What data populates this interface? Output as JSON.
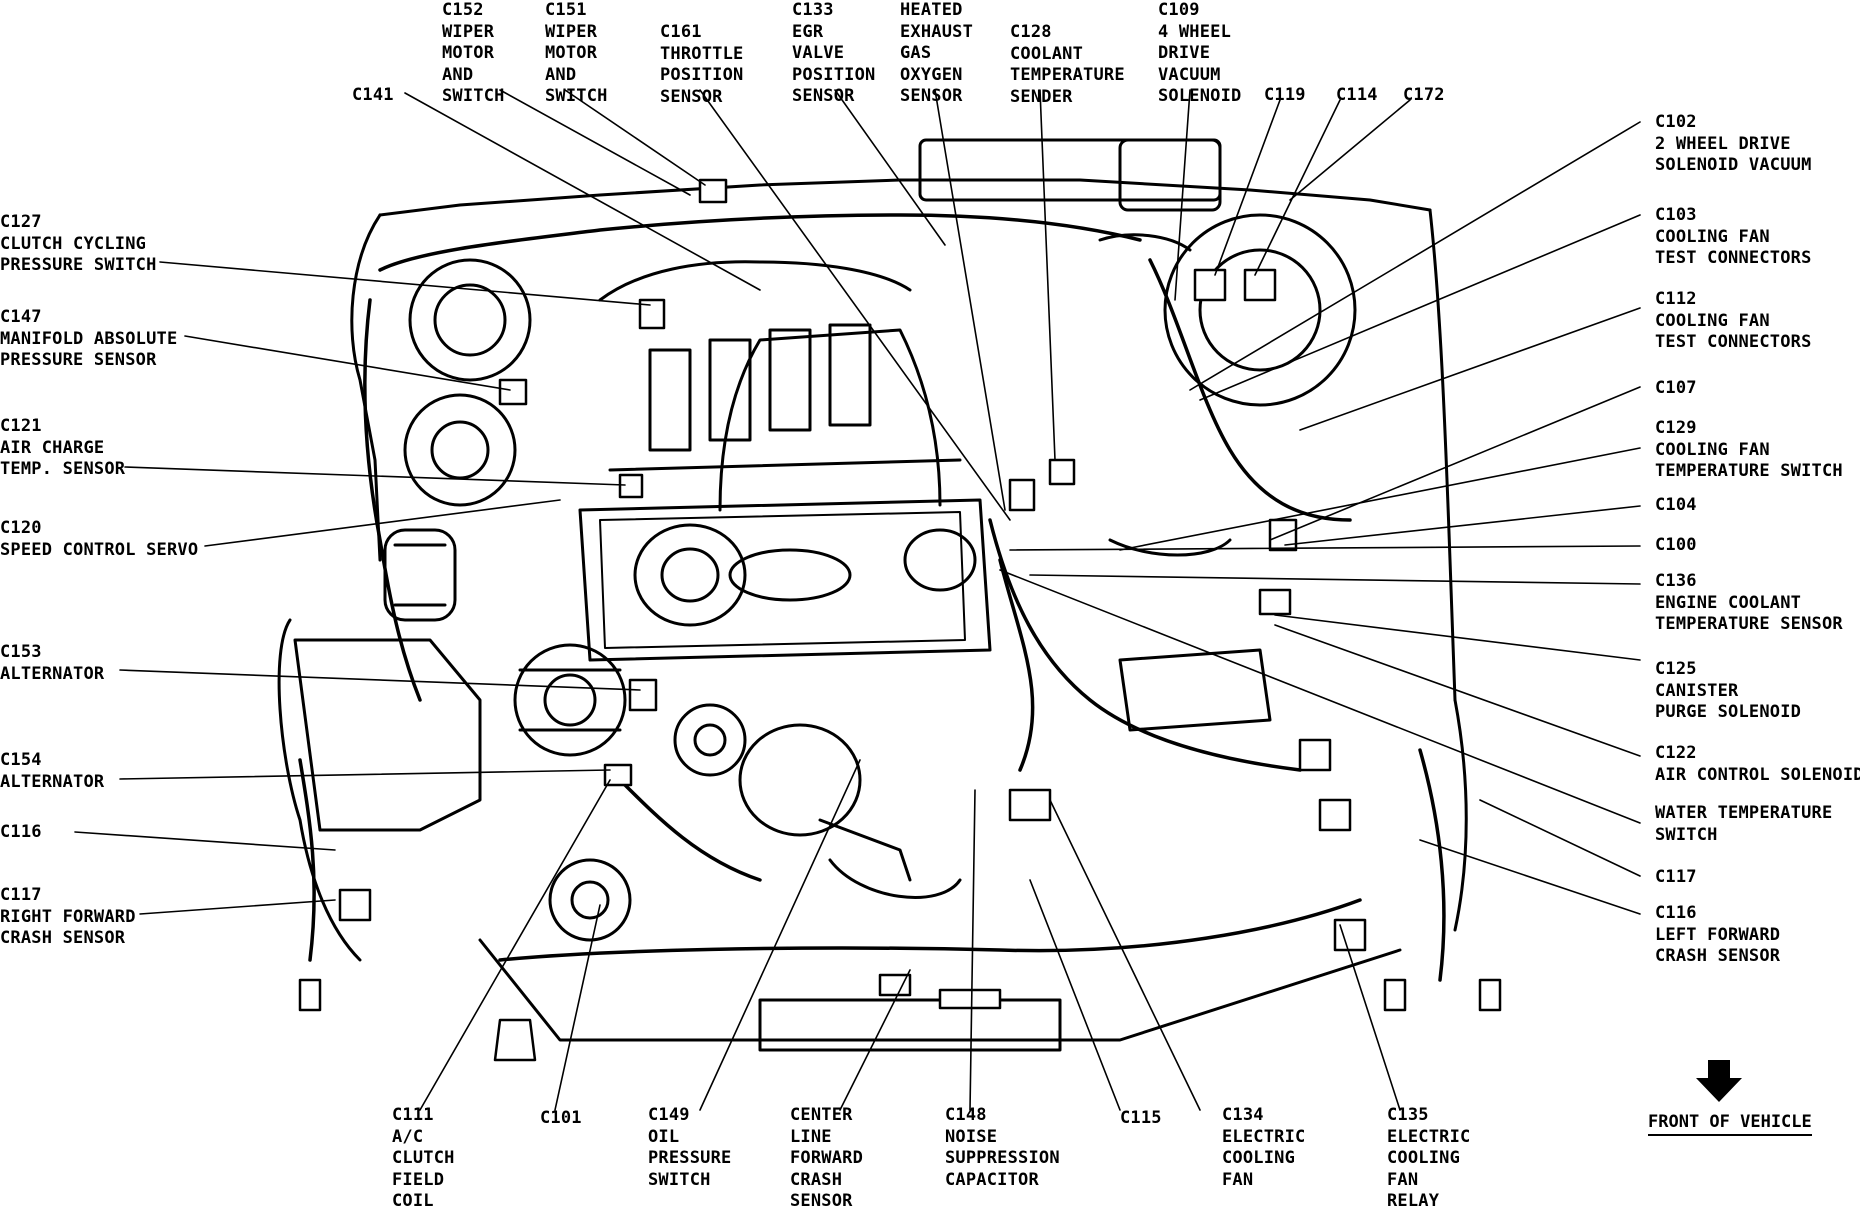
{
  "labels": {
    "c152": [
      "C152",
      "WIPER",
      "MOTOR",
      "AND",
      "SWITCH"
    ],
    "c151": [
      "C151",
      "WIPER",
      "MOTOR",
      "AND",
      "SWITCH"
    ],
    "c161": [
      "C161",
      "THROTTLE",
      "POSITION",
      "SENSOR"
    ],
    "c133": [
      "C133",
      "EGR",
      "VALVE",
      "POSITION",
      "SENSOR"
    ],
    "heated": [
      "HEATED",
      "EXHAUST",
      "GAS",
      "OXYGEN",
      "SENSOR"
    ],
    "c128": [
      "C128",
      "COOLANT",
      "TEMPERATURE",
      "SENDER"
    ],
    "c109": [
      "C109",
      "4 WHEEL",
      "DRIVE",
      "VACUUM",
      "SOLENOID"
    ],
    "c119": [
      "C119"
    ],
    "c114": [
      "C114"
    ],
    "c172": [
      "C172"
    ],
    "c141": [
      "C141"
    ],
    "c127": [
      "C127",
      "CLUTCH CYCLING",
      "PRESSURE SWITCH"
    ],
    "c147": [
      "C147",
      "MANIFOLD ABSOLUTE",
      "PRESSURE SENSOR"
    ],
    "c121": [
      "C121",
      "AIR CHARGE",
      "TEMP. SENSOR"
    ],
    "c120": [
      "C120",
      "SPEED CONTROL SERVO"
    ],
    "c153": [
      "C153",
      "ALTERNATOR"
    ],
    "c154": [
      "C154",
      "ALTERNATOR"
    ],
    "c116l": [
      "C116"
    ],
    "c117l": [
      "C117",
      "RIGHT FORWARD",
      "CRASH SENSOR"
    ],
    "c102": [
      "C102",
      "2 WHEEL DRIVE",
      "SOLENOID VACUUM"
    ],
    "c103": [
      "C103",
      "COOLING FAN",
      "TEST CONNECTORS"
    ],
    "c112": [
      "C112",
      "COOLING FAN",
      "TEST CONNECTORS"
    ],
    "c107": [
      "C107"
    ],
    "c129": [
      "C129",
      "COOLING FAN",
      "TEMPERATURE SWITCH"
    ],
    "c104": [
      "C104"
    ],
    "c100": [
      "C100"
    ],
    "c136": [
      "C136",
      "ENGINE COOLANT",
      "TEMPERATURE SENSOR"
    ],
    "c125": [
      "C125",
      "CANISTER",
      "PURGE SOLENOID"
    ],
    "c122": [
      "C122",
      "AIR CONTROL SOLENOID"
    ],
    "water": [
      "WATER TEMPERATURE",
      "SWITCH"
    ],
    "c117r": [
      "C117"
    ],
    "c116r": [
      "C116",
      "LEFT FORWARD",
      "CRASH SENSOR"
    ],
    "c111": [
      "C111",
      "A/C",
      "CLUTCH",
      "FIELD",
      "COIL"
    ],
    "c101": [
      "C101"
    ],
    "c149": [
      "C149",
      "OIL",
      "PRESSURE",
      "SWITCH"
    ],
    "center": [
      "CENTER",
      "LINE",
      "FORWARD",
      "CRASH",
      "SENSOR"
    ],
    "c148": [
      "C148",
      "NOISE",
      "SUPPRESSION",
      "CAPACITOR"
    ],
    "c115": [
      "C115"
    ],
    "c134": [
      "C134",
      "ELECTRIC",
      "COOLING",
      "FAN"
    ],
    "c135": [
      "C135",
      "ELECTRIC",
      "COOLING",
      "FAN",
      "RELAY"
    ]
  },
  "front_of_vehicle": "FRONT OF VEHICLE"
}
